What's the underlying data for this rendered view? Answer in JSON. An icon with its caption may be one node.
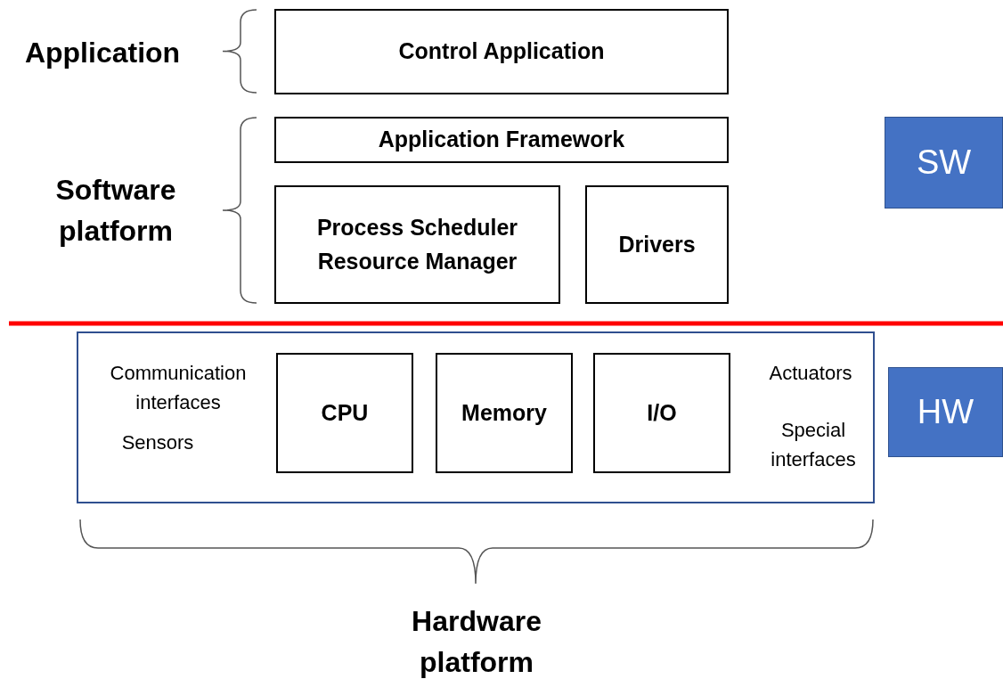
{
  "diagram": {
    "nodes": [
      {
        "text": [
          "Control Application"
        ]
      },
      {
        "text": [
          "Application Framework"
        ]
      },
      {
        "text": [
          "SW"
        ]
      },
      {
        "text": [
          "Process Scheduler Resource Manager"
        ]
      },
      {
        "text": [
          "Drivers"
        ]
      },
      {
        "text": [
          "Communication interfaces",
          "Sensors",
          "Actuators",
          "Special interfaces"
        ]
      },
      {
        "text": [
          "CPU"
        ],
        "in": 5
      },
      {
        "text": [
          "Memory"
        ],
        "in": 5
      },
      {
        "text": [
          "I/O"
        ],
        "in": 5
      },
      {
        "text": [
          "HW"
        ]
      }
    ],
    "edges": [],
    "labels": [
      "Application",
      "Software platform",
      "Hardware platform"
    ]
  }
}
